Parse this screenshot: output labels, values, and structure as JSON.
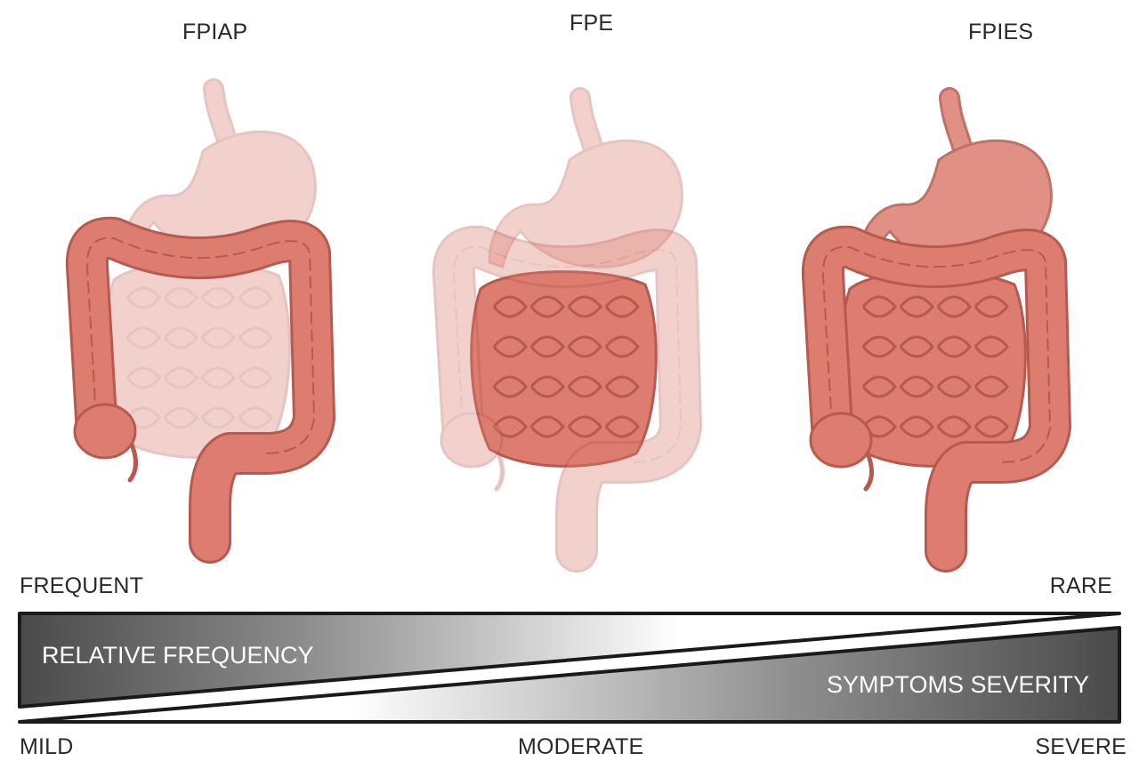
{
  "titles": [
    "FPIAP",
    "FPE",
    "FPIES"
  ],
  "scale_top": {
    "left": "FREQUENT",
    "right": "RARE"
  },
  "scale_bottom": {
    "left": "MILD",
    "middle": "MODERATE",
    "right": "SEVERE"
  },
  "wedges": {
    "frequency_label": "RELATIVE FREQUENCY",
    "severity_label": "SYMPTOMS SEVERITY"
  },
  "colors": {
    "organ": "#dc7d70",
    "organ_outline": "#b65a50",
    "organ_faint": "#f3cbc4",
    "wedge_dark": "#4a4a4a",
    "wedge_light": "#ffffff"
  },
  "highlights": [
    {
      "colon": 1,
      "small_intestine": 0.35,
      "stomach": 0.35
    },
    {
      "colon": 0.35,
      "small_intestine": 1,
      "stomach": 0.35
    },
    {
      "colon": 1,
      "small_intestine": 1,
      "stomach": 0.85
    }
  ]
}
